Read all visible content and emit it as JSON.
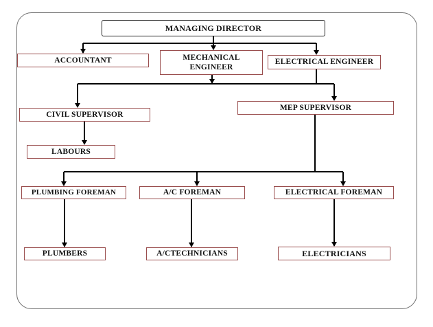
{
  "nodes": {
    "managing_director": "MANAGING DIRECTOR",
    "accountant": "ACCOUNTANT",
    "mechanical_engineer": "MECHANICAL\nENGINEER",
    "electrical_engineer": "ELECTRICAL ENGINEER",
    "civil_supervisor": "CIVIL SUPERVISOR",
    "mep_supervisor": "MEP SUPERVISOR",
    "labours": "LABOURS",
    "plumbing_foreman": "PLUMBING FOREMAN",
    "ac_foreman": "A/C FOREMAN",
    "electrical_foreman": "ELECTRICAL FOREMAN",
    "plumbers": "PLUMBERS",
    "ac_technicians": "A/CTECHNICIANS",
    "electricians": "ELECTRICIANS"
  }
}
